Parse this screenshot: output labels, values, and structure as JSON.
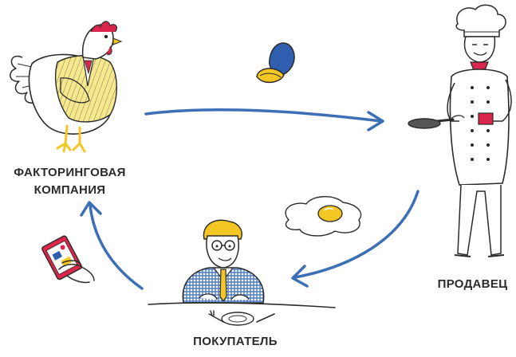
{
  "nodes": {
    "factoring": {
      "label_line1": "ФАКТОРИНГОВАЯ",
      "label_line2": "КОМПАНИЯ",
      "icon": "hen-in-suit-icon"
    },
    "seller": {
      "label": "ПРОДАВЕЦ",
      "icon": "chef-with-pan-icon"
    },
    "buyer": {
      "label": "ПОКУПАТЕЛЬ",
      "icon": "diner-at-table-icon"
    }
  },
  "edges": [
    {
      "from": "factoring",
      "to": "seller",
      "item_icon": "egg-icon"
    },
    {
      "from": "seller",
      "to": "buyer",
      "item_icon": "fried-egg-icon"
    },
    {
      "from": "buyer",
      "to": "factoring",
      "item_icon": "card-payment-icon"
    }
  ],
  "colors": {
    "arrow": "#3d6fb6",
    "egg_blue": "#2f5fae",
    "yolk": "#f3c623",
    "suit_yellow": "#f6e98d",
    "accent_red": "#d9264a",
    "ink": "#2b2b2b"
  }
}
